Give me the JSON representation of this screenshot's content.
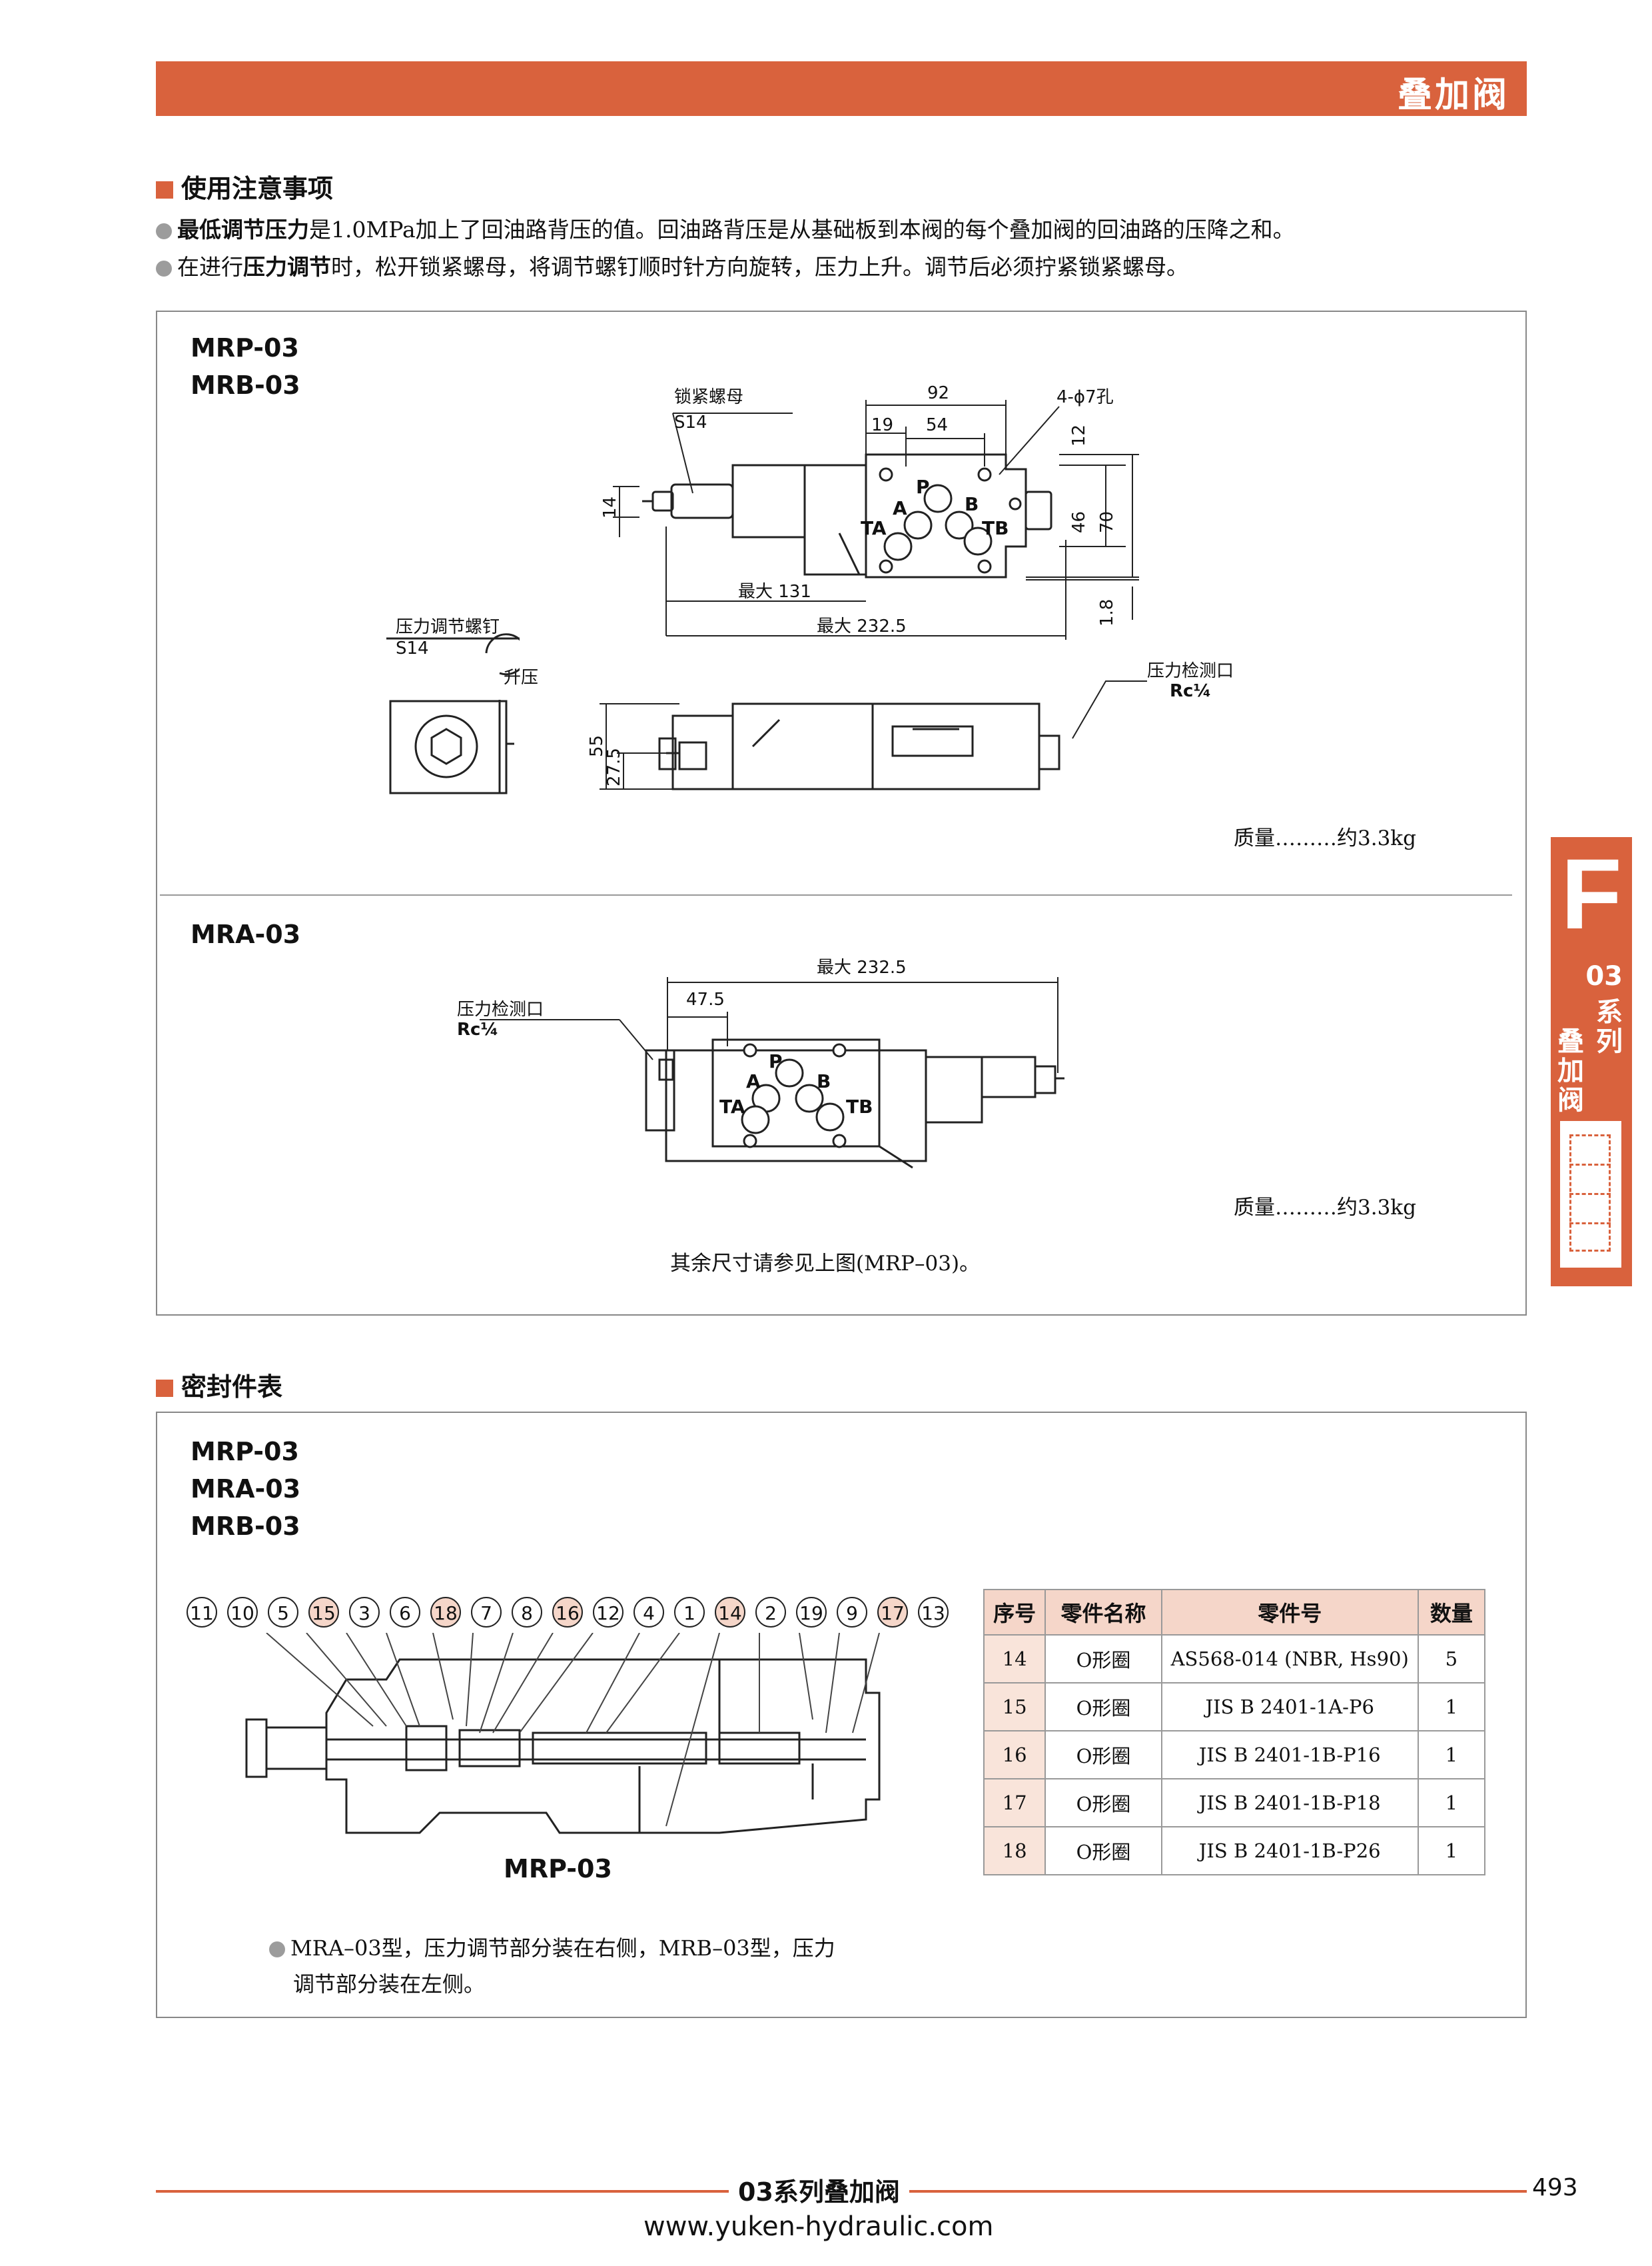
{
  "header": {
    "title": "叠加阀"
  },
  "precautions": {
    "title": "使用注意事项",
    "note1_bold": "最低调节压力",
    "note1_rest": "是1.0MPa加上了回油路背压的值。回油路背压是从基础板到本阀的每个叠加阀的回油路的压降之和。",
    "note2_pre": "在进行",
    "note2_bold": "压力调节",
    "note2_rest": "时，松开锁紧螺母，将调节螺钉顺时针方向旋转，压力上升。调节后必须拧紧锁紧螺母。"
  },
  "dims": {
    "models": [
      "MRP-03",
      "MRB-03"
    ],
    "labels": {
      "lock_nut": "锁紧螺母",
      "lock_nut_size": "S14",
      "holes": "4-ϕ7孔",
      "adj_screw": "压力调节螺钉",
      "adj_screw_size": "S14",
      "increase": "升压",
      "gauge_port": "压力检测口",
      "gauge_port_size": "Rc¼",
      "max131": "最大 131",
      "max2325": "最大 232.5"
    },
    "port_labels": {
      "p": "P",
      "a": "A",
      "b": "B",
      "ta": "TA",
      "tb": "TB"
    },
    "dimension_values": {
      "d92": "92",
      "d19": "19",
      "d54": "54",
      "d12": "12",
      "d14": "14",
      "d46": "46",
      "d70": "70",
      "d18": "1.8",
      "d55": "55",
      "d275": "27.5",
      "d475": "47.5"
    },
    "mass": "质量………约3.3kg",
    "mra_model": "MRA-03",
    "mra_mass": "质量………约3.3kg",
    "other_note": "其余尺寸请参见上图(MRP–03)。"
  },
  "seals": {
    "title": "密封件表",
    "models": [
      "MRP-03",
      "MRA-03",
      "MRB-03"
    ],
    "callouts": [
      "11",
      "10",
      "5",
      "15",
      "3",
      "6",
      "18",
      "7",
      "8",
      "16",
      "12",
      "4",
      "1",
      "14",
      "2",
      "19",
      "9",
      "17",
      "13"
    ],
    "highlighted": [
      "15",
      "18",
      "16",
      "14",
      "17"
    ],
    "drawing_caption": "MRP-03",
    "table": {
      "headers": [
        "序号",
        "零件名称",
        "零件号",
        "数量"
      ],
      "rows": [
        [
          "14",
          "O形圈",
          "AS568-014 (NBR, Hs90)",
          "5"
        ],
        [
          "15",
          "O形圈",
          "JIS B 2401-1A-P6",
          "1"
        ],
        [
          "16",
          "O形圈",
          "JIS B 2401-1B-P16",
          "1"
        ],
        [
          "17",
          "O形圈",
          "JIS B 2401-1B-P18",
          "1"
        ],
        [
          "18",
          "O形圈",
          "JIS B 2401-1B-P26",
          "1"
        ]
      ]
    },
    "note_line1": "MRA–03型，压力调节部分装在右侧，MRB–03型，压力",
    "note_line2": "调节部分装在左侧。"
  },
  "side_tab": {
    "letter": "F",
    "series": "03",
    "series_word1": "系",
    "series_word2": "列",
    "name": [
      "叠",
      "加",
      "阀"
    ]
  },
  "footer": {
    "title": "03系列叠加阀",
    "page": "493",
    "url": "www.yuken-hydraulic.com"
  },
  "colors": {
    "accent": "#d9623d",
    "highlight": "#f5d6c9"
  }
}
